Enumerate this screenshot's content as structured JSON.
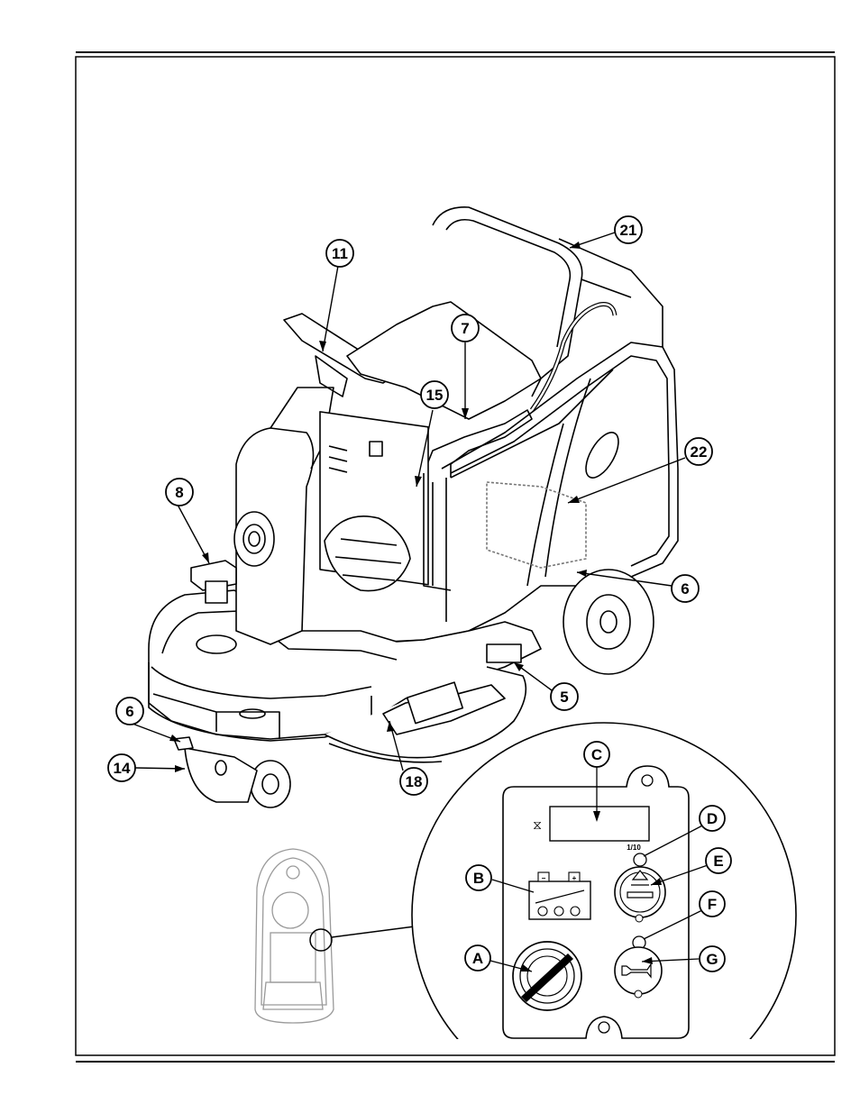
{
  "callouts": {
    "c11": "11",
    "c21": "21",
    "c7": "7",
    "c15": "15",
    "c22": "22",
    "c8": "8",
    "c6a": "6",
    "c5": "5",
    "c6b": "6",
    "c14": "14",
    "c18": "18"
  },
  "panel": {
    "label_c": "C",
    "label_d": "D",
    "label_e": "E",
    "label_b": "B",
    "label_f": "F",
    "label_a": "A",
    "label_g": "G",
    "speed_label": "1/10",
    "battery_minus": "−",
    "battery_plus": "+",
    "hourglass_icon": "⧖"
  },
  "icons": {
    "hour_meter": "hourglass-icon",
    "battery": "battery-icon",
    "speed": "speed-range-icon",
    "horn": "horn-icon",
    "key": "key-switch-icon"
  },
  "colors": {
    "line": "#000000",
    "ghost": "#9a9a9a",
    "paper": "#ffffff"
  }
}
